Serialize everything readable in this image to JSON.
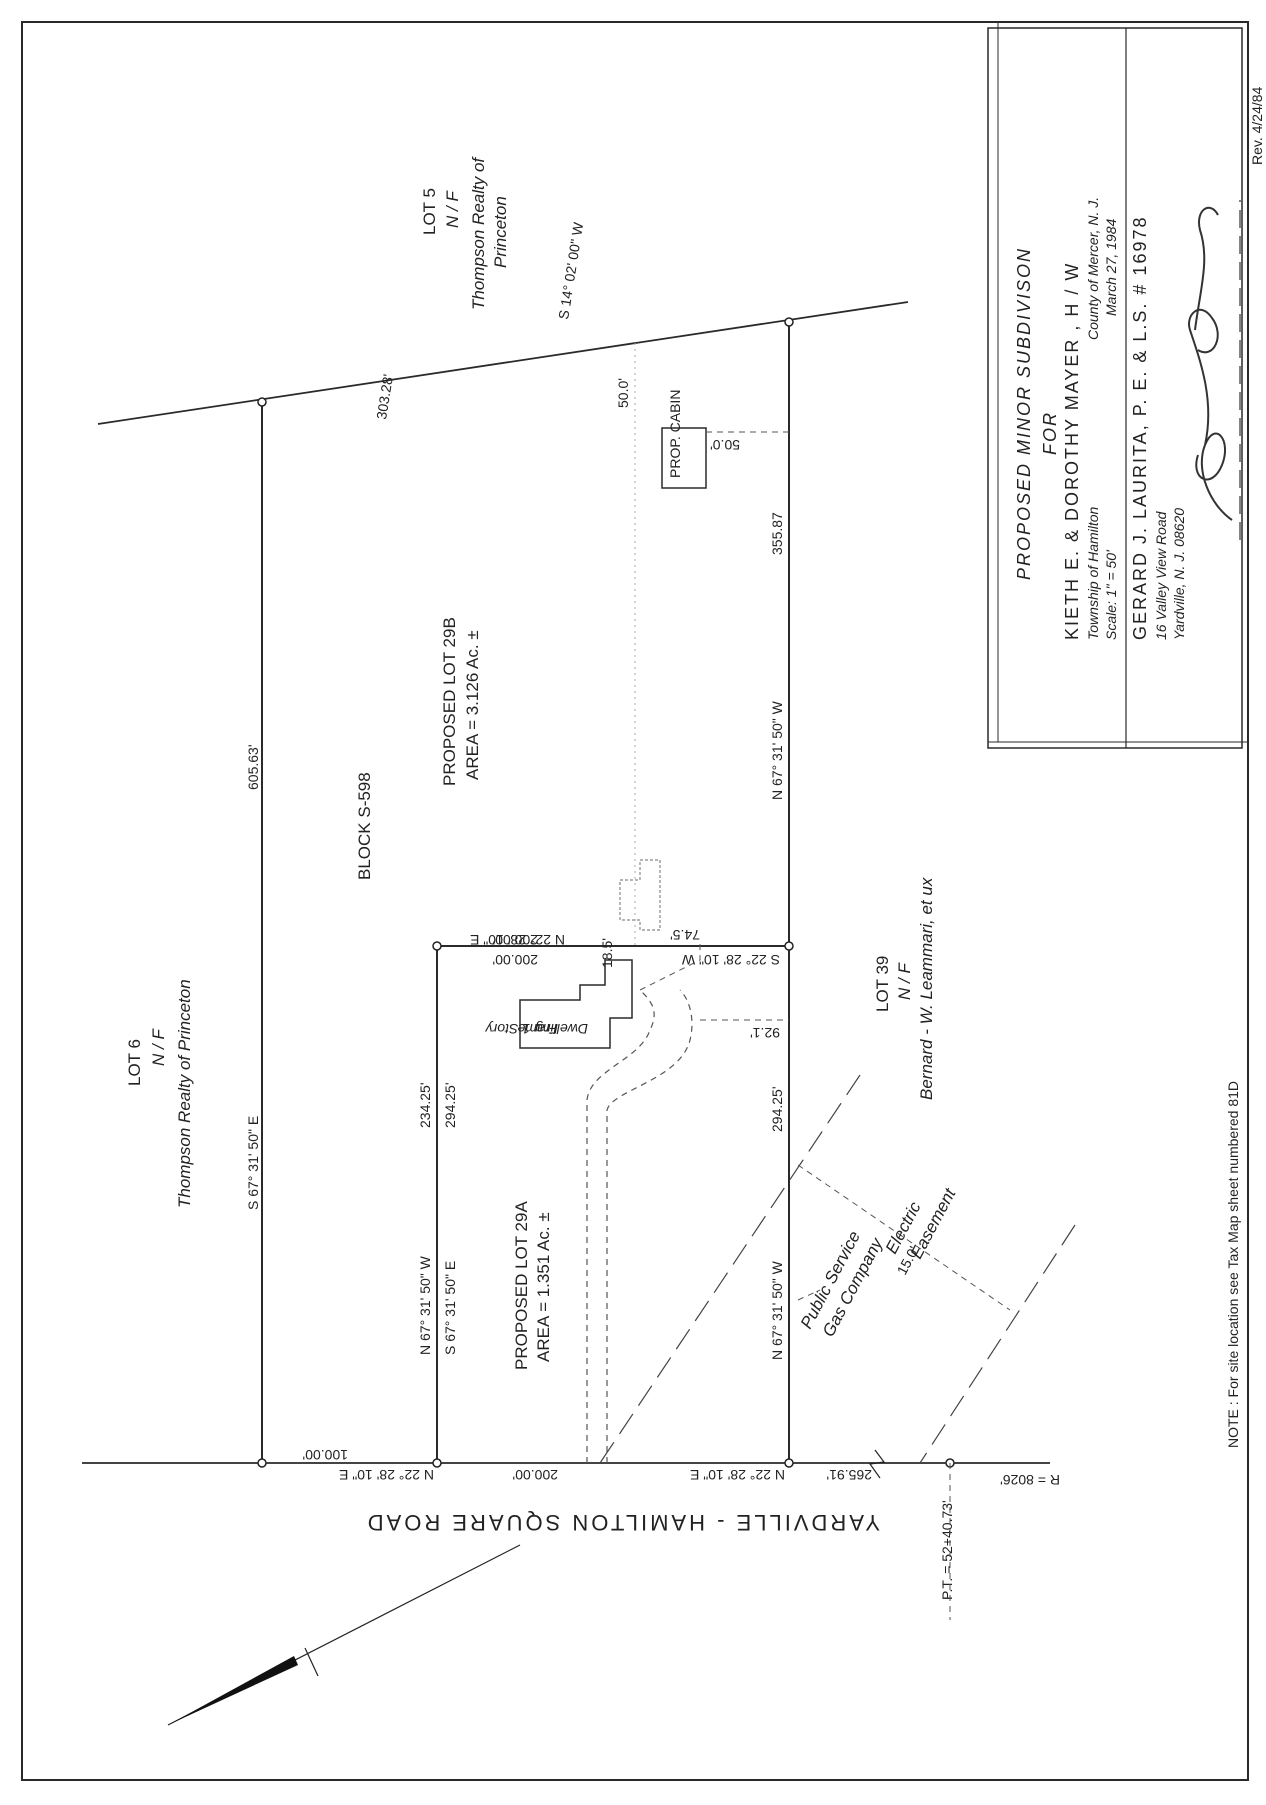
{
  "title_block": {
    "title": "PROPOSED   MINOR   SUBDIVISON",
    "for": "FOR",
    "owners": "KIETH  E.  &  DOROTHY   MAYER , H / W",
    "township": "Township of Hamilton",
    "county": "County of Mercer,  N. J.",
    "scale": "Scale: 1\" = 50'",
    "date": "March 27, 1984",
    "engineer": "GERARD  J.  LAURITA,   P. E. & L.S.  # 16978",
    "address_1": "16 Valley View Road",
    "address_2": "Yardville,  N. J.  08620",
    "revision": "Rev. 4/24/84"
  },
  "lots": {
    "lot5": {
      "line1": "LOT  5",
      "line2": "N / F",
      "line3": "Thompson  Realty  of",
      "line4": "Princeton"
    },
    "lot6": {
      "line1": "LOT  6",
      "line2": "N / F",
      "line3": "Thompson   Realty   of   Princeton"
    },
    "lot39": {
      "line1": "LOT  39",
      "line2": "N / F",
      "line3": "Bernard  -  W.  Leammari,  et ux"
    },
    "lot29b": {
      "line1": "PROPOSED  LOT  29B",
      "line2": "AREA = 3.126 Ac. ±"
    },
    "lot29a": {
      "line1": "PROPOSED  LOT  29A",
      "line2": "AREA = 1.351 Ac. ±"
    },
    "block": "BLOCK  S-598"
  },
  "dimensions": {
    "top_bearing": "S 67° 31' 50\" E",
    "top_length": "605.63'",
    "right_bearing": "S 14° 02' 00\" W",
    "right_length": "303.28'",
    "bottom_bearing": "N 67° 31' 50\" W",
    "bottom_length": "294.25'",
    "bottom_29b_bearing": "N 67° 31' 50\" W",
    "bottom_29b_length": "355.87",
    "left_29b": "100.00'",
    "left_29b_bearing": "N 22° 28' 10\" E",
    "left_29a": "200.00'",
    "left_29a_bearing": "N 22° 28' 10\" E",
    "div_left_top": "200.00'",
    "div_left_bottom": "200.00'",
    "div_bearing_top": "N 22° 28' 10\" E",
    "div_bearing_bottom": "S 22° 28' 10\" W",
    "inner_top_bearing": "N 67° 31' 50\" W",
    "inner_top_length": "234.25'",
    "inner_bot_bearing": "S 67° 31' 50\" E",
    "inner_bot_length": "294.25'",
    "road_extra": "265.91'",
    "pt_station": "P.T. = 52+40.73'",
    "radius": "R = 8026'",
    "cabin_setback": "50.0'",
    "cabin_setback2": "50.0'",
    "dwelling_setback": "92.1'",
    "dwelling_side": "74.5'",
    "dwelling_rear": "18.5'"
  },
  "structures": {
    "cabin": "PROP. CABIN",
    "dwelling_1": "1 Story",
    "dwelling_2": "Frame",
    "dwelling_3": "Dwelling"
  },
  "road": "YARDVILLE  -  HAMILTON   SQUARE   ROAD",
  "easements": {
    "electric_1": "Electric",
    "electric_2": "Easement",
    "gas_1": "Public Service",
    "gas_2": "Gas Company",
    "width": "15.0'"
  },
  "note": "NOTE :  For  site  location  see  Tax  Map  sheet  numbered  81D",
  "signature": "Gerard J. Laurita"
}
